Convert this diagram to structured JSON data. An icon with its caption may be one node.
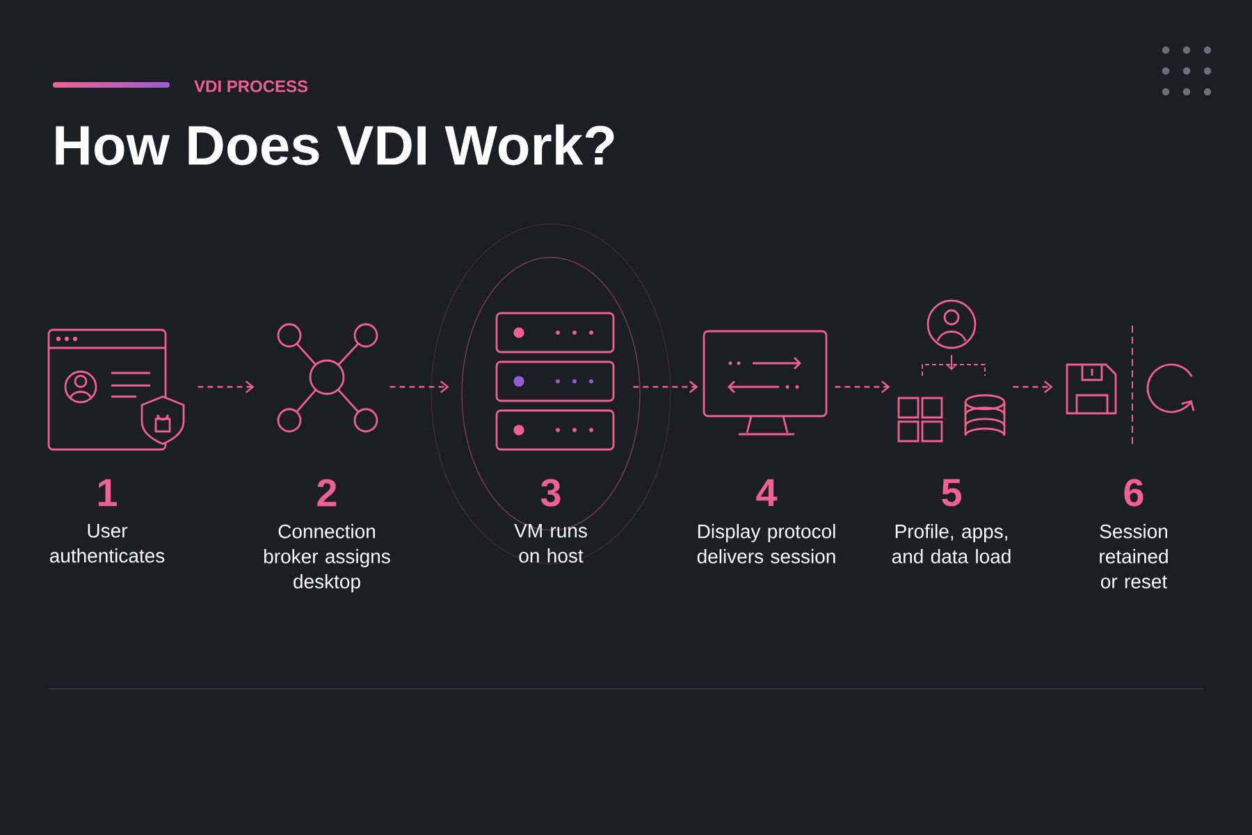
{
  "diagram": {
    "title": "How Does VDI Work?",
    "nodes": [
      {
        "text": [
          "1",
          "User authenticates"
        ]
      },
      {
        "text": [
          "2",
          "Connection broker assigns desktop"
        ]
      },
      {
        "text": [
          "3",
          "VM runs on host"
        ]
      },
      {
        "text": [
          "4",
          "Display protocol delivers session"
        ]
      },
      {
        "text": [
          "5",
          "Profile, apps, and data load"
        ]
      },
      {
        "text": [
          "6",
          "Session retained or reset"
        ]
      }
    ],
    "edges": [
      {
        "from": 0,
        "to": 1,
        "arrow": "to",
        "style": "dashed"
      },
      {
        "from": 1,
        "to": 2,
        "arrow": "to",
        "style": "dashed"
      },
      {
        "from": 2,
        "to": 3,
        "arrow": "to",
        "style": "dashed"
      },
      {
        "from": 3,
        "to": 4,
        "arrow": "to",
        "style": "dashed"
      },
      {
        "from": 4,
        "to": 5,
        "arrow": "to",
        "style": "dashed"
      }
    ],
    "labels": [
      "VDI PROCESS"
    ]
  }
}
